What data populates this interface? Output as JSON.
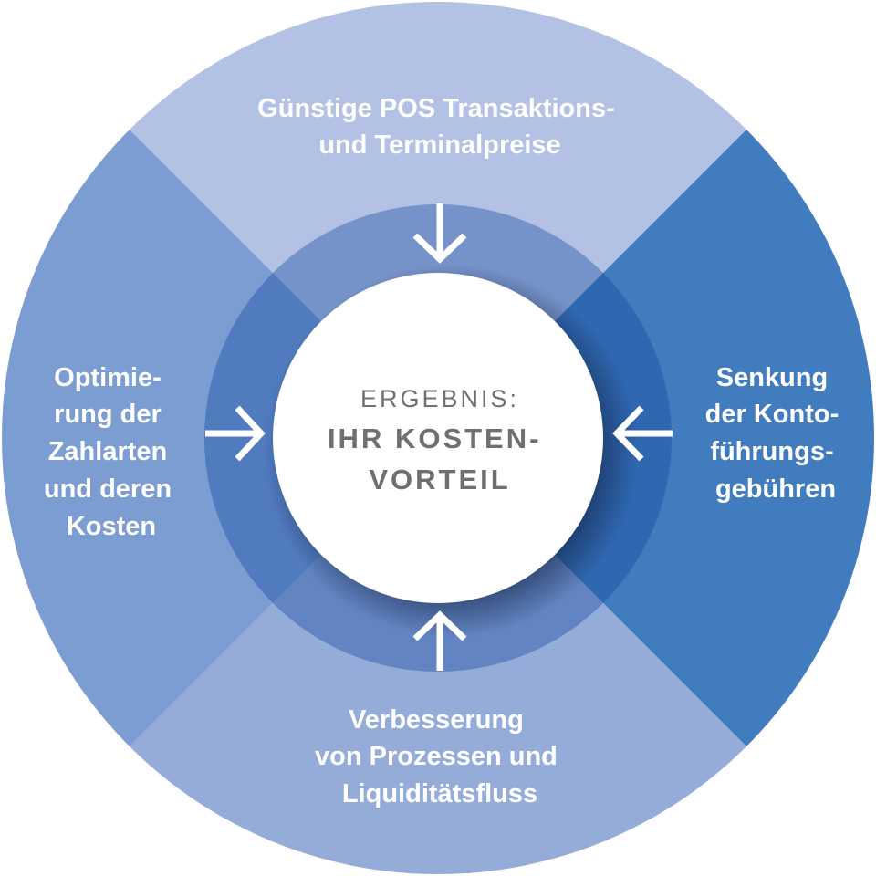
{
  "colors": {
    "top_outer": "#b2c1e4",
    "top_ring": "#7693c9",
    "right_outer": "#417cbf",
    "right_ring": "#2f67b0",
    "bottom_outer": "#95acd9",
    "bottom_ring": "#6284c2",
    "left_outer": "#7b9dd1",
    "left_ring": "#517bbf",
    "center": "#ffffff",
    "center_text": "#707070"
  },
  "segments": {
    "top": {
      "lines": [
        "Günstige POS Transaktions-",
        "und Terminalpreise"
      ],
      "arrow": "arrow-down-icon"
    },
    "right": {
      "lines": [
        "Senkung",
        "der Konto-",
        "führungs-",
        "gebühren"
      ],
      "arrow": "arrow-left-icon"
    },
    "bottom": {
      "lines": [
        "Verbesserung",
        "von Prozessen und",
        "Liquiditätsfluss"
      ],
      "arrow": "arrow-up-icon"
    },
    "left": {
      "lines": [
        "Optimie-",
        "rung der",
        "Zahlarten",
        "und deren",
        "Kosten"
      ],
      "arrow": "arrow-right-icon"
    }
  },
  "center": {
    "label": "ERGEBNIS:",
    "title_lines": [
      "IHR KOSTEN-",
      "VORTEIL"
    ]
  }
}
